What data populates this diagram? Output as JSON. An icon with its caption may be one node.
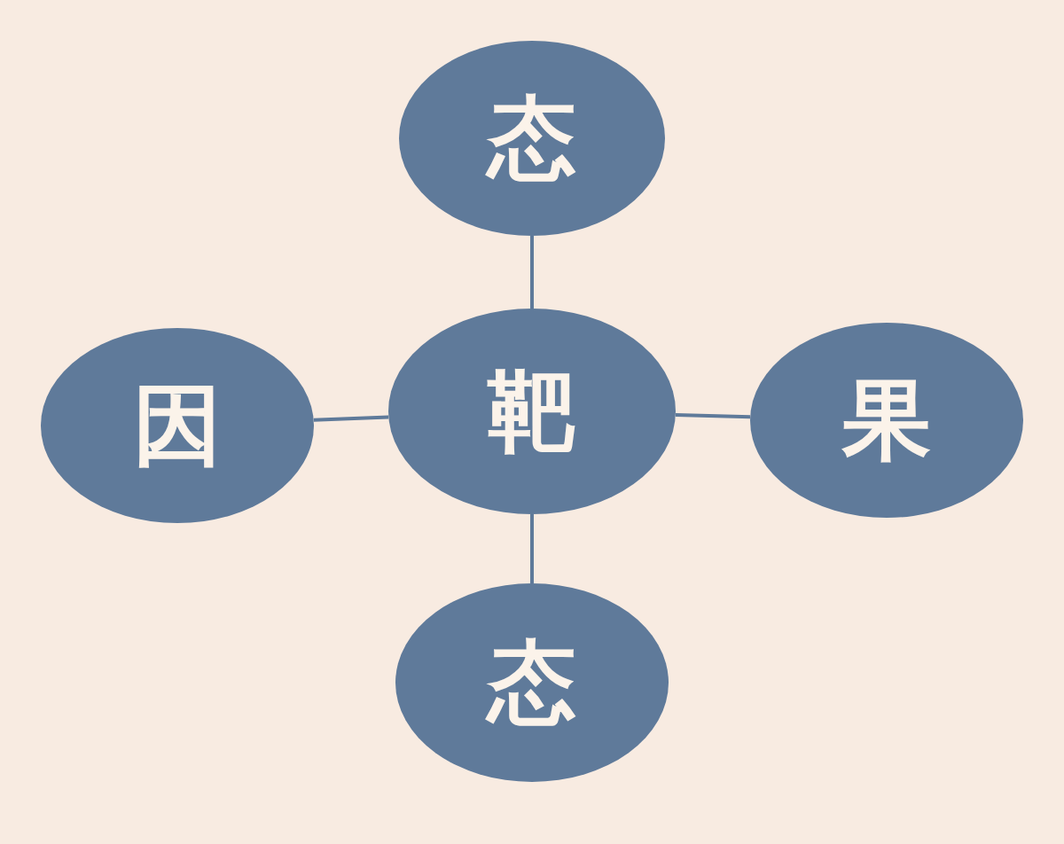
{
  "diagram": {
    "nodes": [
      {
        "text": [
          "态"
        ]
      },
      {
        "text": [
          "因"
        ]
      },
      {
        "text": [
          "靶"
        ]
      },
      {
        "text": [
          "果"
        ]
      },
      {
        "text": [
          "态"
        ]
      }
    ],
    "edges": [
      {
        "from": 0,
        "to": 2,
        "arrow": "none"
      },
      {
        "from": 1,
        "to": 2,
        "arrow": "none"
      },
      {
        "from": 2,
        "to": 3,
        "arrow": "none"
      },
      {
        "from": 2,
        "to": 4,
        "arrow": "none"
      }
    ]
  }
}
